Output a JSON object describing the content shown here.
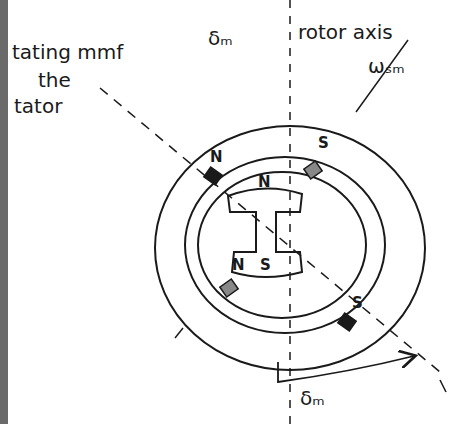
{
  "diagram": {
    "labels": [
      "tating mmf",
      "the",
      "tator",
      "δₘ",
      "rotor axis",
      "ωₛₘ",
      "N",
      "S",
      "N",
      "N",
      "S",
      "S",
      "δₘ"
    ]
  }
}
